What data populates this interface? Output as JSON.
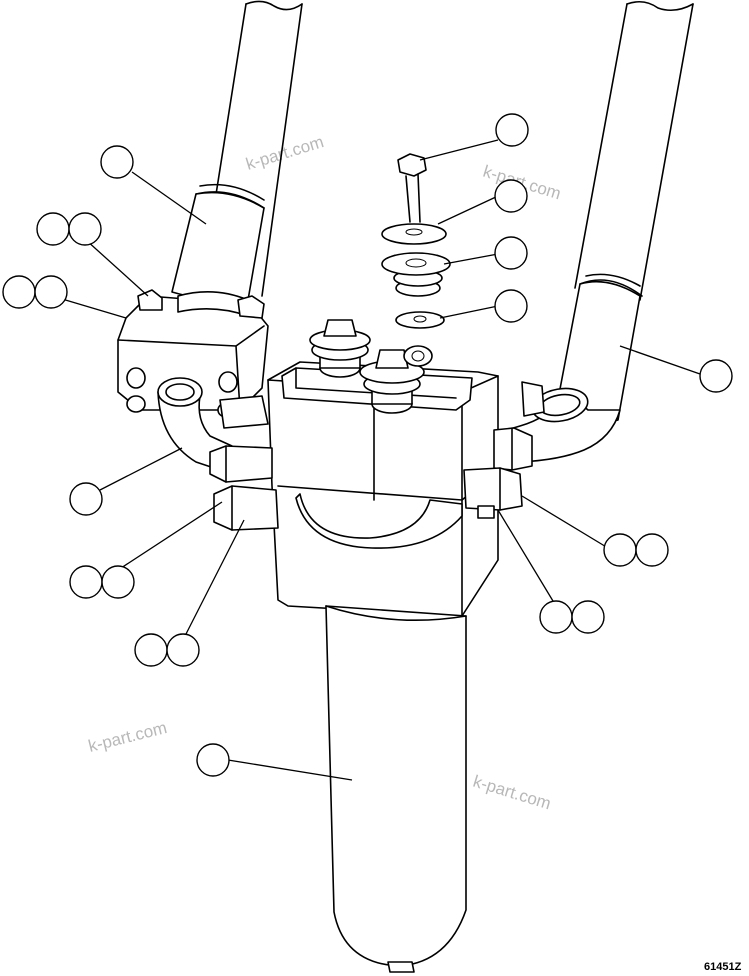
{
  "figure_number": "61451Z",
  "watermark_text": "k-part.com",
  "callouts": [
    {
      "id": "hose-left",
      "bubbles": 1
    },
    {
      "id": "bolt-top",
      "bubbles": 1
    },
    {
      "id": "washer-top",
      "bubbles": 1
    },
    {
      "id": "mount-cushion",
      "bubbles": 1
    },
    {
      "id": "washer-lower",
      "bubbles": 1
    },
    {
      "id": "hose-right",
      "bubbles": 1
    },
    {
      "id": "flange-bolt",
      "bubbles": 2
    },
    {
      "id": "split-flange",
      "bubbles": 2
    },
    {
      "id": "elbow-tube",
      "bubbles": 1
    },
    {
      "id": "fitting-left",
      "bubbles": 2
    },
    {
      "id": "oring-left",
      "bubbles": 2
    },
    {
      "id": "fitting-right",
      "bubbles": 2
    },
    {
      "id": "oring-right",
      "bubbles": 2
    },
    {
      "id": "filter-element",
      "bubbles": 1
    }
  ]
}
